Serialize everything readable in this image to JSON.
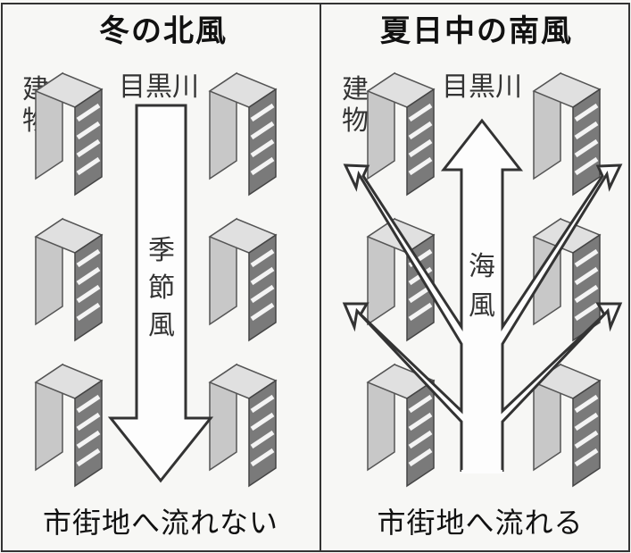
{
  "left_panel": {
    "title": "冬の北風",
    "building_label": [
      "建",
      "物"
    ],
    "river_label": "目黒川",
    "wind_label": [
      "季",
      "節",
      "風"
    ],
    "caption": "市街地へ流れない"
  },
  "right_panel": {
    "title": "夏日中の南風",
    "building_label": [
      "建",
      "物"
    ],
    "river_label": "目黒川",
    "wind_label": [
      "海",
      "風"
    ],
    "caption": "市街地へ流れる"
  }
}
